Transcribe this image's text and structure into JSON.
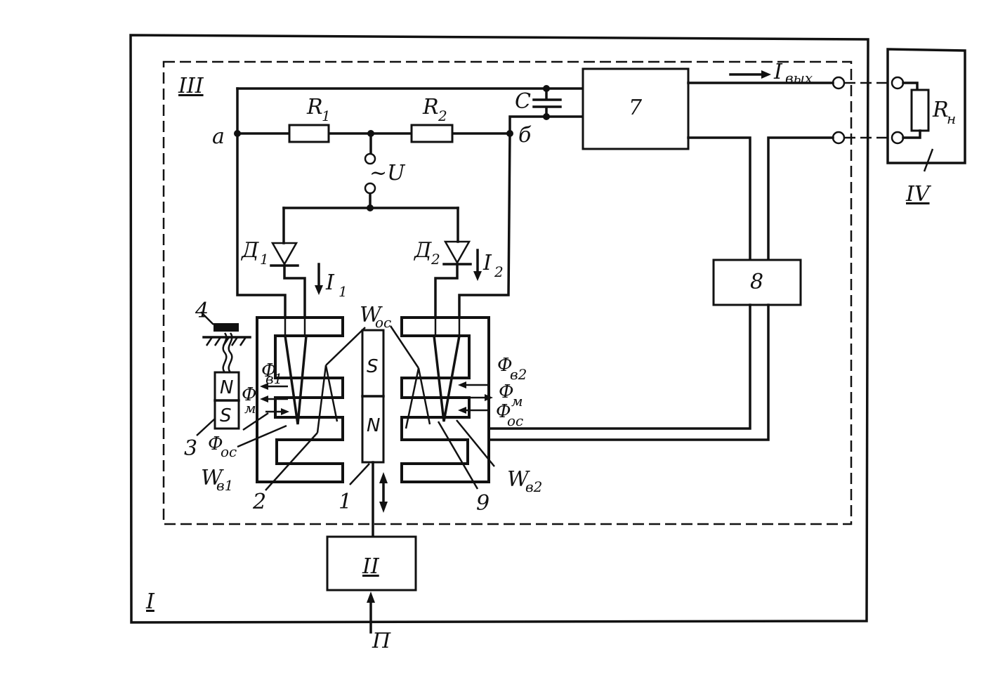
{
  "labels": {
    "block_I": "I",
    "block_II": "II",
    "block_III": "III",
    "block_IV": "IV",
    "block_7": "7",
    "block_8": "8",
    "R1": "R",
    "R1_sub": "1",
    "R2": "R",
    "R2_sub": "2",
    "C": "C",
    "node_a": "a",
    "node_b": "б",
    "voltage": "~U",
    "D1": "Д",
    "D1_sub": "1",
    "D2": "Д",
    "D2_sub": "2",
    "I1": "I",
    "I1_sub": "1",
    "I2": "I",
    "I2_sub": "2",
    "Iout": "I",
    "Iout_sub": "вых",
    "Rn": "R",
    "Rn_sub": "н",
    "Woc": "W",
    "Woc_sub": "ос",
    "Wb1": "W",
    "Wb1_sub": "в1",
    "Wb2": "W",
    "Wb2_sub": "в2",
    "phi_b1": "Ф",
    "phi_b1_sub": "в1",
    "phi_m_left": "Ф",
    "phi_m_left_sub": "м",
    "phi_oc_left": "Ф",
    "phi_oc_left_sub": "ос",
    "phi_b2": "Ф",
    "phi_b2_sub": "в2",
    "phi_m_right": "Ф",
    "phi_m_right_sub": "м",
    "phi_oc_right": "Ф",
    "phi_oc_right_sub": "ос",
    "magnet_S": "S",
    "magnet_N": "N",
    "small_N": "N",
    "small_S": "S",
    "num_1": "1",
    "num_2": "2",
    "num_3": "3",
    "num_4": "4",
    "num_9": "9",
    "input_P": "П"
  }
}
